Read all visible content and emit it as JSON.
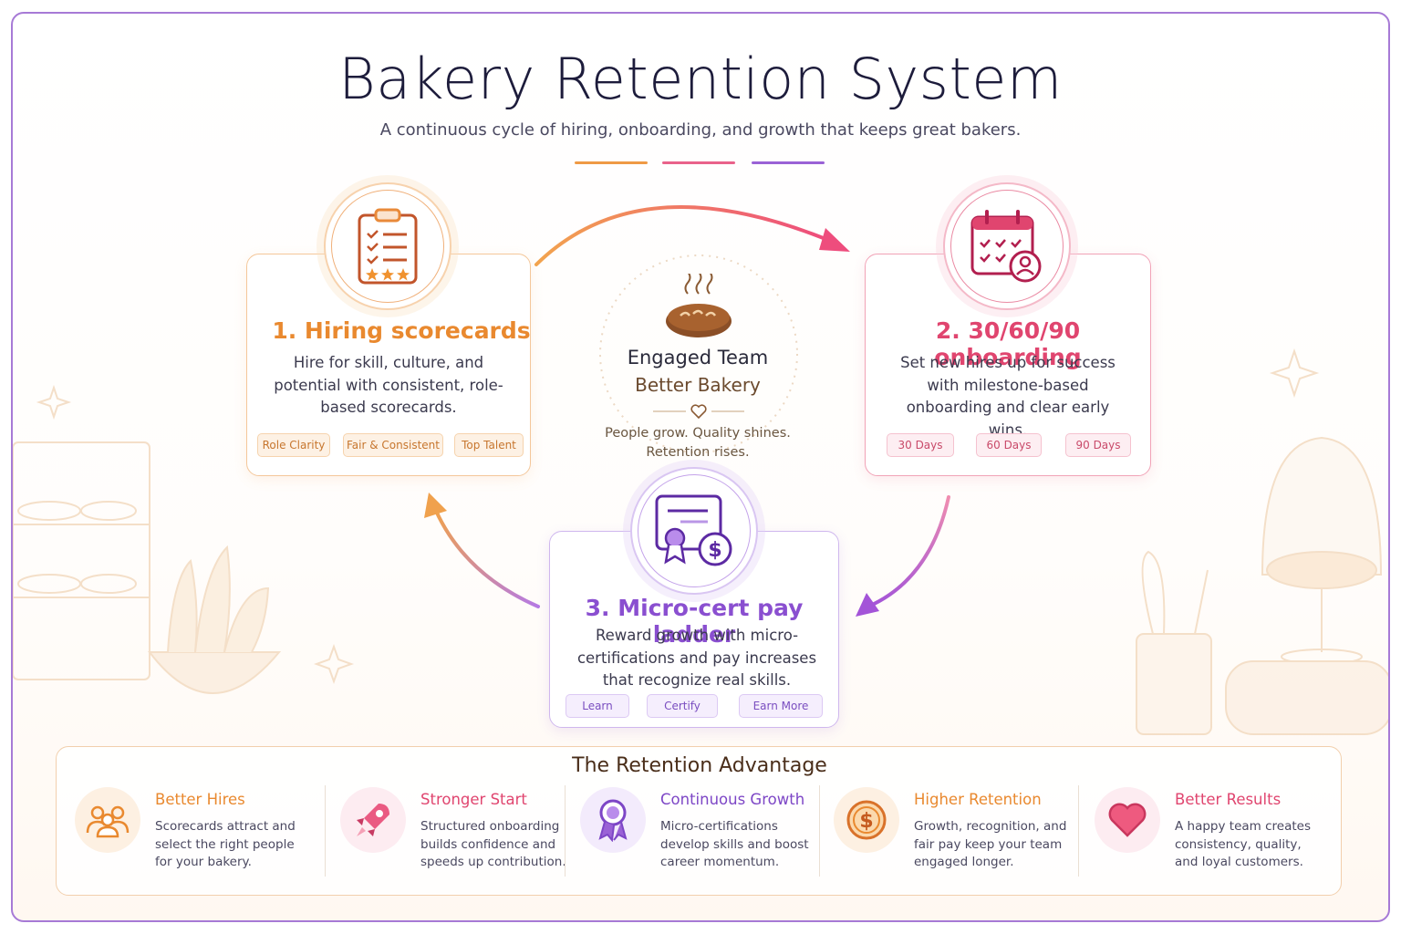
{
  "header": {
    "title": "Bakery Retention System",
    "subtitle": "A continuous cycle of hiring, onboarding, and growth that keeps great bakers."
  },
  "colors": {
    "orange": "#e9892f",
    "pink": "#e0456f",
    "purple": "#8a4fd0",
    "frame": "#a77ad6"
  },
  "steps": [
    {
      "title": "1. Hiring scorecards",
      "description": "Hire for skill, culture, and potential with consistent, role-based scorecards.",
      "icon": "clipboard-scorecard-icon",
      "chips": [
        "Role Clarity",
        "Fair & Consistent",
        "Top Talent"
      ]
    },
    {
      "title": "2. 30/60/90 onboarding",
      "description": "Set new hires up for success with milestone-based onboarding and clear early wins.",
      "icon": "calendar-checklist-icon",
      "chips": [
        "30 Days",
        "60 Days",
        "90 Days"
      ]
    },
    {
      "title": "3. Micro-cert pay ladder",
      "description": "Reward growth with micro-certifications and pay increases that recognize real skills.",
      "icon": "certificate-pay-icon",
      "chips": [
        "Learn",
        "Certify",
        "Earn More"
      ]
    }
  ],
  "center": {
    "icon": "bread-loaf-icon",
    "title": "Engaged Team",
    "subtitle": "Better Bakery",
    "tagline_1": "People grow. Quality shines.",
    "tagline_2": "Retention rises."
  },
  "advantage": {
    "title": "The Retention Advantage",
    "items": [
      {
        "title": "Better Hires",
        "icon": "people-group-icon",
        "line_1": "Scorecards attract and",
        "line_2": "select the right people",
        "line_3": "for your bakery."
      },
      {
        "title": "Stronger Start",
        "icon": "rocket-icon",
        "line_1": "Structured onboarding",
        "line_2": "builds confidence and",
        "line_3": "speeds up contribution."
      },
      {
        "title": "Continuous Growth",
        "icon": "award-ribbon-icon",
        "line_1": "Micro-certifications",
        "line_2": "develop skills and boost",
        "line_3": "career momentum."
      },
      {
        "title": "Higher Retention",
        "icon": "dollar-coin-icon",
        "line_1": "Growth, recognition, and",
        "line_2": "fair pay keep your team",
        "line_3": "engaged longer."
      },
      {
        "title": "Better Results",
        "icon": "heart-icon",
        "line_1": "A happy team creates",
        "line_2": "consistency, quality,",
        "line_3": "and loyal customers."
      }
    ]
  }
}
